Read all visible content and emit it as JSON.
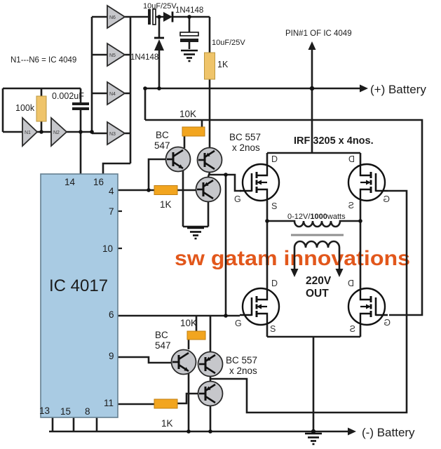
{
  "colors": {
    "wire": "#1c1c1c",
    "ic_fill": "#a9cbe3",
    "resistor_orange": "#f2a51f",
    "resistor_tan": "#efc46a",
    "device_gray": "#c6c7cb",
    "watermark": "#e2571b",
    "background": "#ffffff"
  },
  "watermark": "sw gatam innovations",
  "power": {
    "positive": "(+) Battery",
    "negative": "(-) Battery",
    "pin1_note": "PIN#1 OF IC 4049"
  },
  "oscillator": {
    "note": "N1---N6 = IC 4049",
    "r_timing": "100k",
    "c_timing": "0.002uF"
  },
  "buffers": {
    "n1": "N1",
    "n2": "N2",
    "n3": "N3",
    "n4": "N4",
    "n5": "N5",
    "n6": "N6"
  },
  "supply_pump": {
    "cap_pump": "10uF/25V",
    "diode_series": "1N4148",
    "diode_shunt": "1N4148",
    "cap_filter": "10uF/25V",
    "r_supply": "1K"
  },
  "ic4017": {
    "name": "IC 4017",
    "pin14": "14",
    "pin16": "16",
    "pin4": "4",
    "pin7": "7",
    "pin10": "10",
    "pin6": "6",
    "pin9": "9",
    "pin11": "11",
    "pin13": "13",
    "pin15": "15",
    "pin8": "8"
  },
  "driver_top": {
    "npn_line1": "BC",
    "npn_line2": "547",
    "r_pullup": "10K",
    "pnp_line1": "BC 557",
    "pnp_line2": "x 2nos",
    "r_base": "1K"
  },
  "driver_bottom": {
    "npn_line1": "BC",
    "npn_line2": "547",
    "r_pullup": "10K",
    "pnp_line1": "BC 557",
    "pnp_line2": "x 2nos",
    "r_base": "1K"
  },
  "mosfets": {
    "type": "IRF 3205  x 4nos.",
    "d": "D",
    "s": "S",
    "g": "G"
  },
  "transformer": {
    "rating_prefix": "0-12V/",
    "rating_bold": "1000",
    "rating_suffix": "watts",
    "out_line1": "220V",
    "out_line2": "OUT"
  }
}
